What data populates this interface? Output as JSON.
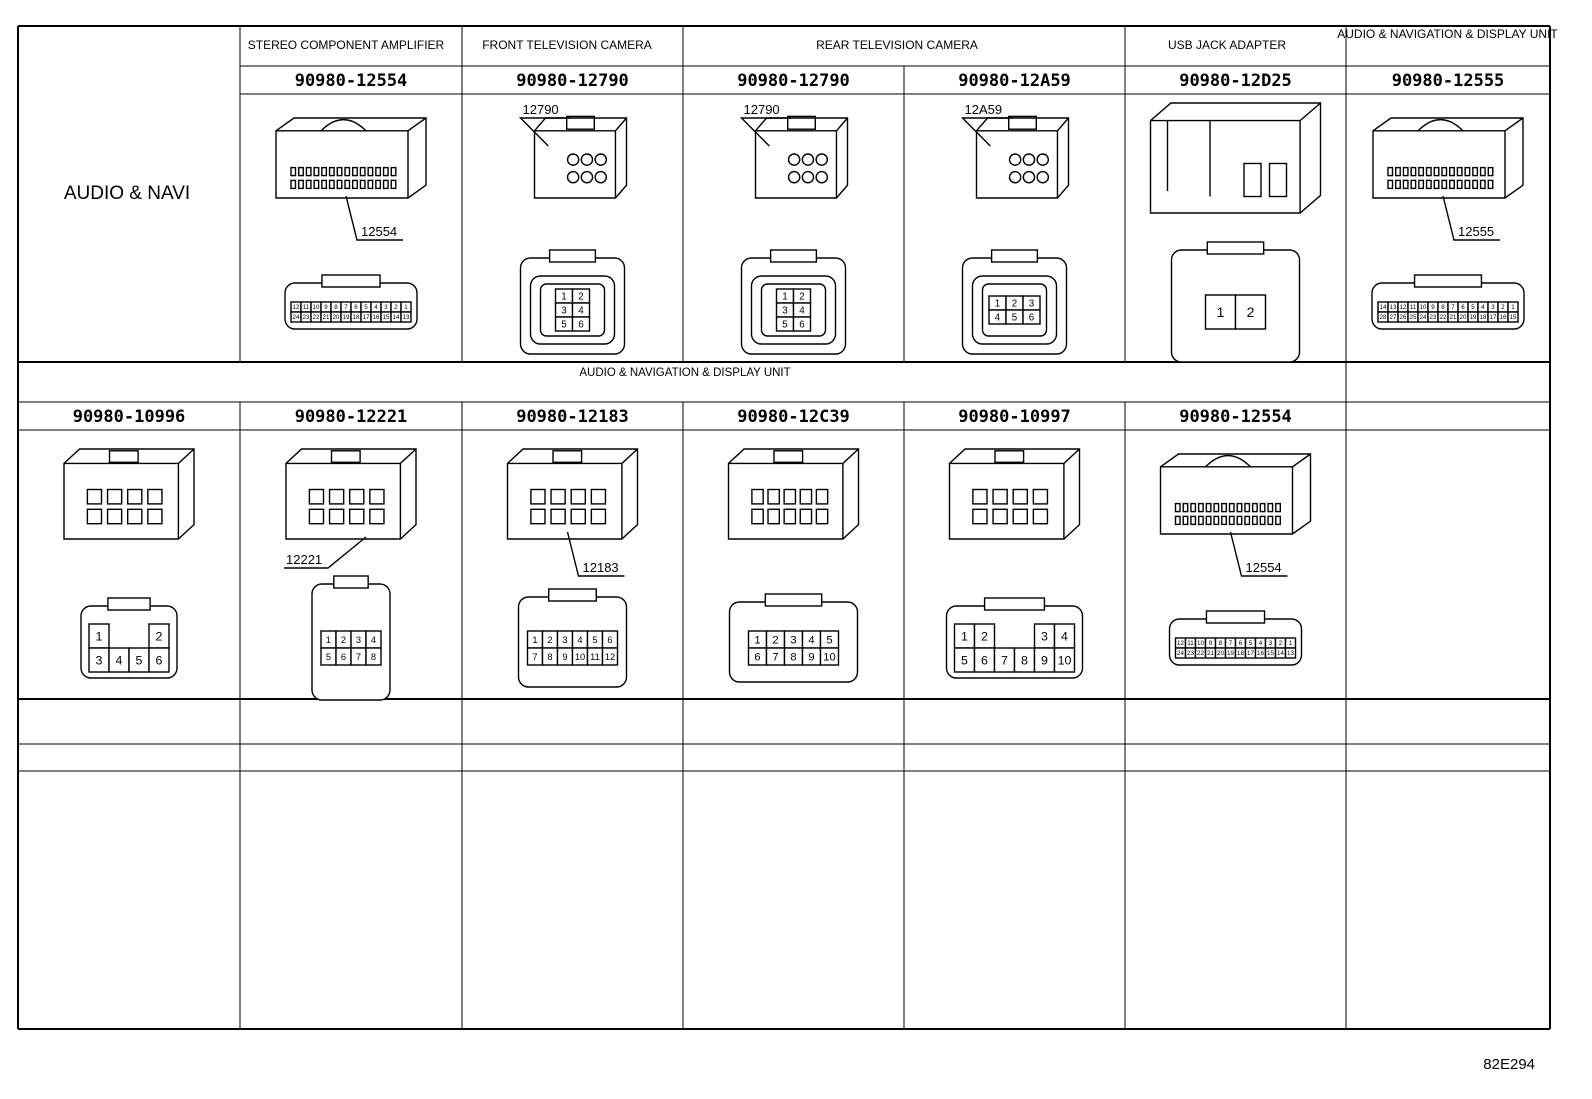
{
  "section_label": "AUDIO & NAVI",
  "drawing_code": "82E294",
  "row1": {
    "headers": [
      {
        "text": "STEREO COMPONENT AMPLIFIER",
        "span": 1
      },
      {
        "text": "FRONT TELEVISION CAMERA",
        "span": 1
      },
      {
        "text": "REAR TELEVISION CAMERA",
        "span": 2
      },
      {
        "text": "USB JACK ADAPTER",
        "span": 1
      },
      {
        "text": "AUDIO & NAVIGATION & DISPLAY UNIT",
        "span": 1
      }
    ],
    "connectors": [
      {
        "part": "90980-12554",
        "ref": "12554",
        "type": "a",
        "cols": 12,
        "rows": 2,
        "pins": [
          "12",
          "11",
          "10",
          "9",
          "8",
          "7",
          "6",
          "5",
          "4",
          "3",
          "2",
          "1",
          "24",
          "23",
          "22",
          "21",
          "20",
          "19",
          "18",
          "17",
          "16",
          "15",
          "14",
          "13"
        ]
      },
      {
        "part": "90980-12790",
        "ref": "12790",
        "type": "b",
        "cols": 2,
        "rows": 3,
        "pins": [
          "1",
          "2",
          "3",
          "4",
          "5",
          "6"
        ]
      },
      {
        "part": "90980-12790",
        "ref": "12790",
        "type": "b",
        "cols": 2,
        "rows": 3,
        "pins": [
          "1",
          "2",
          "3",
          "4",
          "5",
          "6"
        ]
      },
      {
        "part": "90980-12A59",
        "ref": "12A59",
        "type": "b",
        "cols": 3,
        "rows": 2,
        "pins": [
          "1",
          "2",
          "3",
          "4",
          "5",
          "6"
        ]
      },
      {
        "part": "90980-12D25",
        "ref": "",
        "type": "c",
        "cols": 2,
        "rows": 1,
        "pins": [
          "1",
          "2"
        ]
      },
      {
        "part": "90980-12555",
        "ref": "12555",
        "type": "a",
        "cols": 14,
        "rows": 2,
        "pins": [
          "14",
          "13",
          "12",
          "11",
          "10",
          "9",
          "8",
          "7",
          "6",
          "5",
          "4",
          "3",
          "2",
          "1",
          "28",
          "27",
          "26",
          "25",
          "24",
          "23",
          "22",
          "21",
          "20",
          "19",
          "18",
          "17",
          "16",
          "15"
        ]
      }
    ]
  },
  "row2": {
    "header": "AUDIO & NAVIGATION & DISPLAY UNIT",
    "connectors": [
      {
        "part": "90980-10996",
        "ref": "",
        "type": "d",
        "cols": 4,
        "rows": 2,
        "pins": [
          "1",
          "",
          "",
          "2",
          "3",
          "4",
          "5",
          "6"
        ]
      },
      {
        "part": "90980-12221",
        "ref": "12221",
        "type": "e",
        "cols": 4,
        "rows": 2,
        "pins": [
          "1",
          "2",
          "3",
          "4",
          "5",
          "6",
          "7",
          "8"
        ]
      },
      {
        "part": "90980-12183",
        "ref": "12183",
        "type": "e",
        "cols": 6,
        "rows": 2,
        "pins": [
          "1",
          "2",
          "3",
          "4",
          "5",
          "6",
          "7",
          "8",
          "9",
          "10",
          "11",
          "12"
        ]
      },
      {
        "part": "90980-12C39",
        "ref": "",
        "type": "f",
        "cols": 5,
        "rows": 2,
        "pins": [
          "1",
          "2",
          "3",
          "4",
          "5",
          "6",
          "7",
          "8",
          "9",
          "10"
        ]
      },
      {
        "part": "90980-10997",
        "ref": "",
        "type": "d",
        "cols": 6,
        "rows": 2,
        "pins": [
          "1",
          "2",
          "",
          "",
          "3",
          "4",
          "5",
          "6",
          "7",
          "8",
          "9",
          "10"
        ]
      },
      {
        "part": "90980-12554",
        "ref": "12554",
        "type": "a",
        "cols": 12,
        "rows": 2,
        "pins": [
          "12",
          "11",
          "10",
          "9",
          "8",
          "7",
          "6",
          "5",
          "4",
          "3",
          "2",
          "1",
          "24",
          "23",
          "22",
          "21",
          "20",
          "19",
          "18",
          "17",
          "16",
          "15",
          "14",
          "13"
        ]
      }
    ]
  }
}
